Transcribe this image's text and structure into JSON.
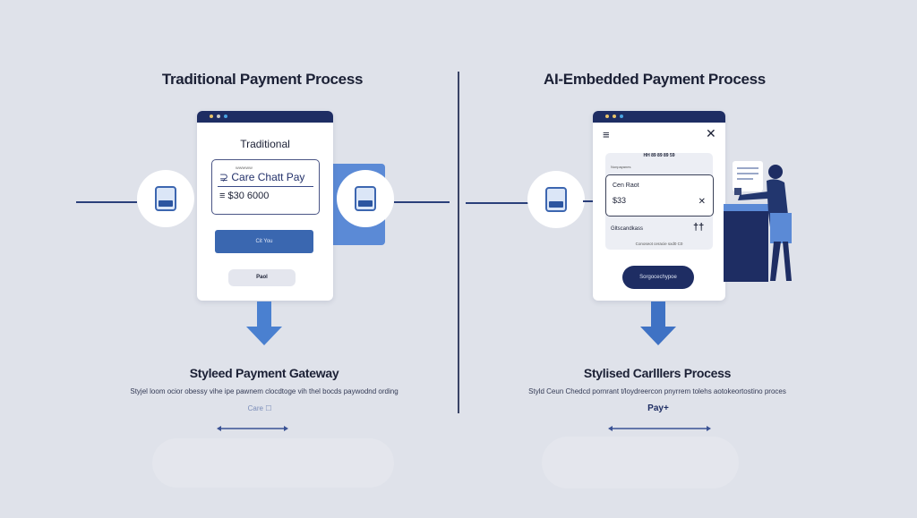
{
  "left": {
    "title": "Traditional Payment Process",
    "window_heading": "Traditional",
    "card_small": "WWWWW",
    "card_name": "Care Chatt Pay",
    "card_amount": "$30 6000",
    "primary_button": "Cit You",
    "secondary_button": "Paol",
    "subtitle": "Styleed Payment Gateway",
    "description": "Styjel loom ocior obessy vihe ipe pawnem clocdtoge vih thel bocds paywodnd ording",
    "extra": "Care ☐"
  },
  "right": {
    "title": "AI-Embedded Payment Process",
    "code_row": "HH 89 89 89 59",
    "field_label": "Nonpayanes",
    "card_name": "Cen Raot",
    "card_amount": "$33",
    "option_label": "Gltscandkass",
    "option_note": "Conoseot ceracie sxd0 C0",
    "primary_button": "Sorgocechypoe",
    "subtitle": "Stylised Carlllers Process",
    "description": "Styld Ceun Chedcd pornrant t/loydreercon pnyrrem tolehs aotokeortostino proces",
    "extra": "Pay+"
  },
  "colors": {
    "navy": "#1e2d63",
    "accent": "#3a67b0",
    "light_blue": "#5b8ad6",
    "background": "#dfe2ea"
  }
}
